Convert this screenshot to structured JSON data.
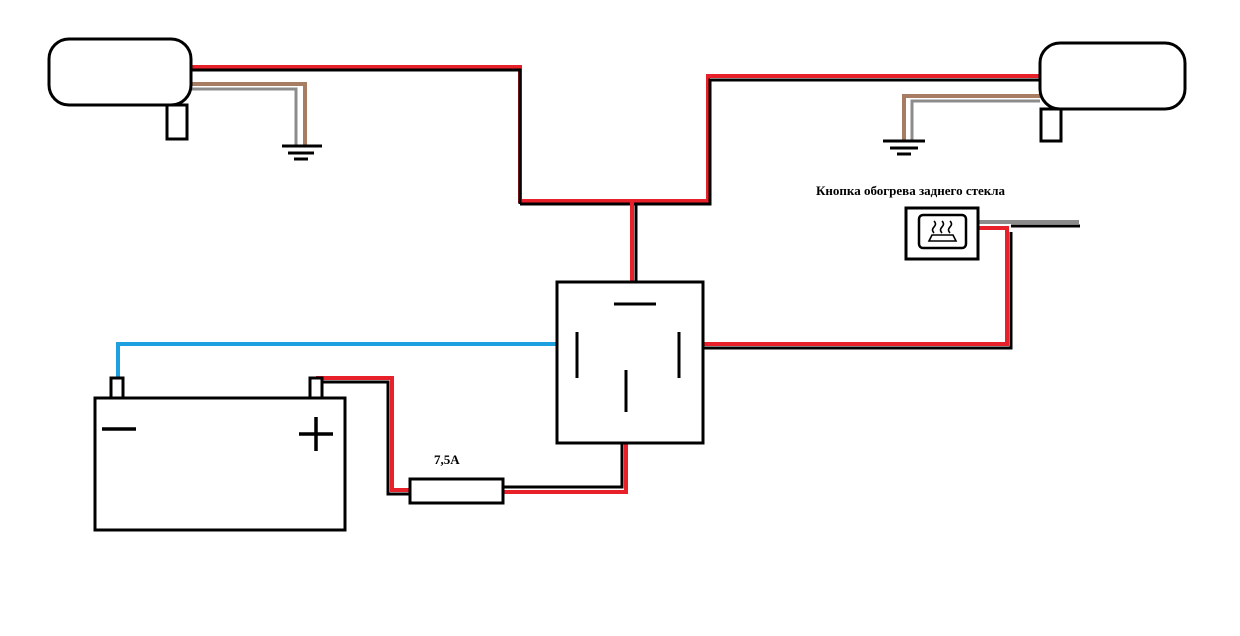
{
  "labels": {
    "button_caption": "Кнопка обогрева заднего стекла",
    "fuse_rating": "7,5A"
  },
  "colors": {
    "background": "#ffffff",
    "outline": "#000000",
    "positive_wire": "#e8202a",
    "ground_wire_gray": "#8c8c8c",
    "ground_wire_brown": "#a67c63",
    "signal_wire": "#1e9fe0"
  },
  "components": [
    {
      "id": "heater-left",
      "kind": "heated-element"
    },
    {
      "id": "heater-right",
      "kind": "heated-element"
    },
    {
      "id": "relay",
      "kind": "relay",
      "pins": 4
    },
    {
      "id": "battery",
      "kind": "battery",
      "terminals": [
        "−",
        "+"
      ]
    },
    {
      "id": "fuse",
      "kind": "fuse"
    },
    {
      "id": "button",
      "kind": "switch",
      "icon": "rear-window-defrost-icon"
    },
    {
      "id": "ground-left",
      "kind": "ground"
    },
    {
      "id": "ground-right",
      "kind": "ground"
    }
  ]
}
